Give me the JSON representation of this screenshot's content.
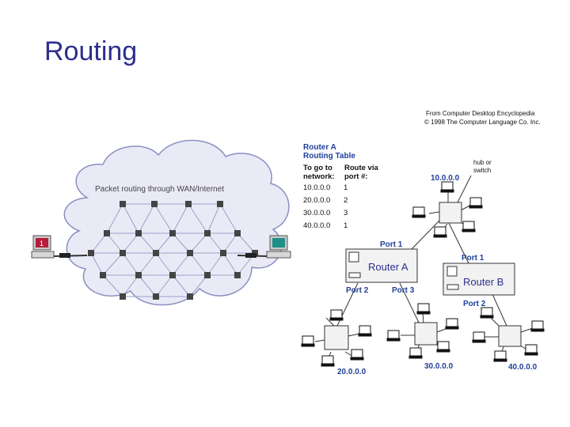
{
  "slide": {
    "title": "Routing"
  },
  "wan_figure": {
    "caption": "Packet routing through WAN/Internet",
    "endpoint_left_badge": "1",
    "colors": {
      "cloud_fill": "#eaeaf7",
      "cloud_stroke": "#8a8fc0",
      "mesh_line": "#9aa0c8",
      "node_fill": "#444444"
    }
  },
  "router_figure": {
    "credit_line1": "From Computer Desktop Encyclopedia",
    "credit_line2": "© 1998 The Computer Language Co. Inc.",
    "table_title_line1": "Router A",
    "table_title_line2": "Routing Table",
    "col1_header_line1": "To go to",
    "col1_header_line2": "network:",
    "col2_header_line1": "Route via",
    "col2_header_line2": "port #:",
    "rows": [
      {
        "network": "10.0.0.0",
        "port": "1"
      },
      {
        "network": "20.0.0.0",
        "port": "2"
      },
      {
        "network": "30.0.0.0",
        "port": "3"
      },
      {
        "network": "40.0.0.0",
        "port": "1"
      }
    ],
    "hub_label_line1": "hub or",
    "hub_label_line2": "switch",
    "router_a_label": "Router A",
    "router_b_label": "Router B",
    "port_labels": {
      "a_port1": "Port 1",
      "a_port2": "Port 2",
      "a_port3": "Port 3",
      "b_port1": "Port 1",
      "b_port2": "Port 2"
    },
    "networks": {
      "top": "10.0.0.0",
      "bottom_left": "20.0.0.0",
      "bottom_middle": "30.0.0.0",
      "bottom_right": "40.0.0.0"
    },
    "colors": {
      "label_blue": "#1f3f9a"
    }
  }
}
